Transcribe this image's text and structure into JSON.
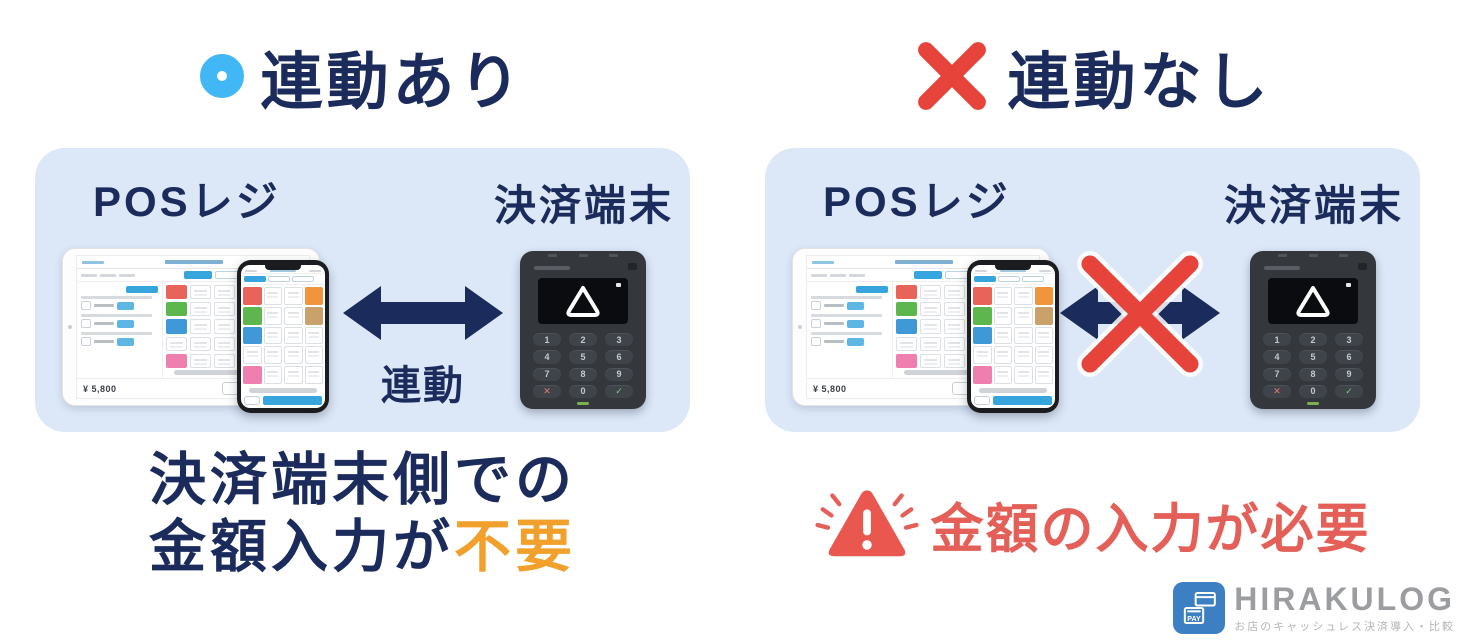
{
  "colors": {
    "navy": "#1b2c5c",
    "sky_blue": "#41b7f6",
    "red": "#e6433a",
    "coral": "#e45f57",
    "orange": "#f1a02c",
    "panel_bg": "#dce8f8",
    "pos_accent": "#36a4dd",
    "terminal_body": "#34373c",
    "terminal_key": "#3f434a",
    "logo_blue": "#3c7fc3",
    "logo_gray": "#9b9da0",
    "tagline_gray": "#b3b5b8"
  },
  "left_section": {
    "heading": "連動あり",
    "mark_icon": "circle-icon",
    "pos_label": "POSレジ",
    "terminal_label": "決済端末",
    "arrow_label": "連動",
    "note_line1": "決済端末側での",
    "note_line2_prefix": "金額入力が",
    "note_line2_highlight": "不要"
  },
  "right_section": {
    "heading": "連動なし",
    "mark_icon": "cross-icon",
    "pos_label": "POSレジ",
    "terminal_label": "決済端末",
    "arrow_icon": "crossed-out-sync-arrow",
    "warning_icon": "warning-triangle-icon",
    "note": "金額の入力が必要"
  },
  "pos_app": {
    "total": "¥ 5,800",
    "tablet_grid": {
      "rows": 5,
      "cols": 6,
      "category_colors": [
        "#e8645a",
        "#5eb64e",
        "#3f99d6",
        "#ffffff",
        "#ef7fae"
      ],
      "accents": [
        {
          "r": 0,
          "c": 4,
          "color": "#f0953c"
        },
        {
          "r": 1,
          "c": 4,
          "color": "#caa06b"
        }
      ]
    },
    "phone_grid": {
      "rows": 5,
      "cols": 4,
      "category_colors": [
        "#e8645a",
        "#5eb64e",
        "#3f99d6",
        "#ffffff",
        "#ef7fae"
      ],
      "accents": [
        {
          "r": 0,
          "c": 3,
          "color": "#f0953c"
        },
        {
          "r": 1,
          "c": 3,
          "color": "#caa06b"
        }
      ]
    }
  },
  "terminal": {
    "digits": [
      "1",
      "2",
      "3",
      "4",
      "5",
      "6",
      "7",
      "8",
      "9"
    ],
    "zero": "0",
    "cancel_glyph": "✕",
    "confirm_glyph": "✓"
  },
  "logo": {
    "name": "HIRAKULOG",
    "tagline": "お店のキャッシュレス決済導入・比較",
    "icon_label": "PAY"
  }
}
